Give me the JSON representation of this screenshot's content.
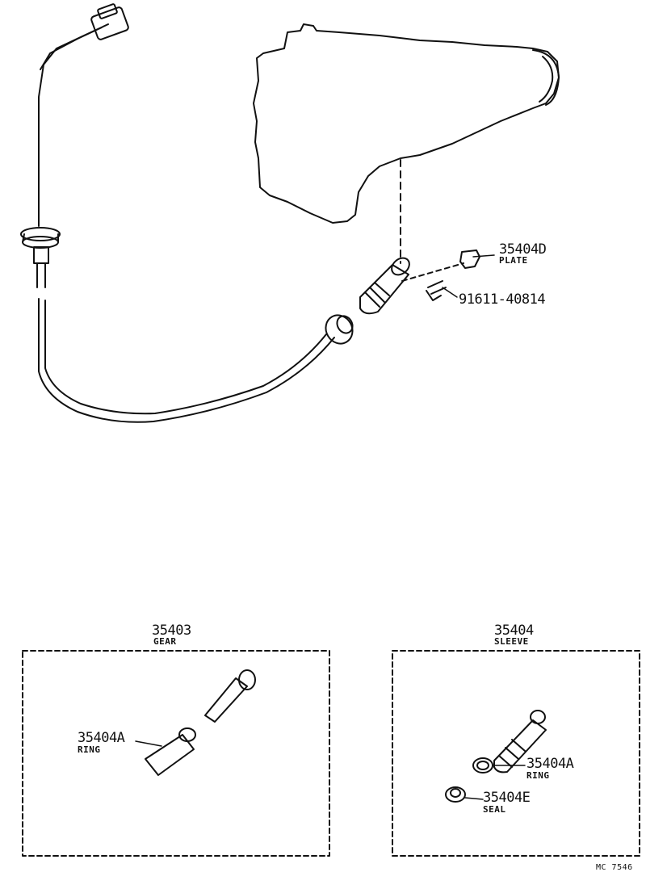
{
  "callouts": [
    {
      "id": "plate",
      "part_number": "35404D",
      "name": "PLATE"
    },
    {
      "id": "screw",
      "part_number": "91611-40814",
      "name": ""
    },
    {
      "id": "gear-kit",
      "part_number": "35403",
      "name": "GEAR"
    },
    {
      "id": "sleeve-kit",
      "part_number": "35404",
      "name": "SLEEVE"
    },
    {
      "id": "ring-left",
      "part_number": "35404A",
      "name": "RING"
    },
    {
      "id": "ring-right",
      "part_number": "35404A",
      "name": "RING"
    },
    {
      "id": "seal",
      "part_number": "35404E",
      "name": "SEAL"
    }
  ],
  "reference_code": "MC 7546"
}
